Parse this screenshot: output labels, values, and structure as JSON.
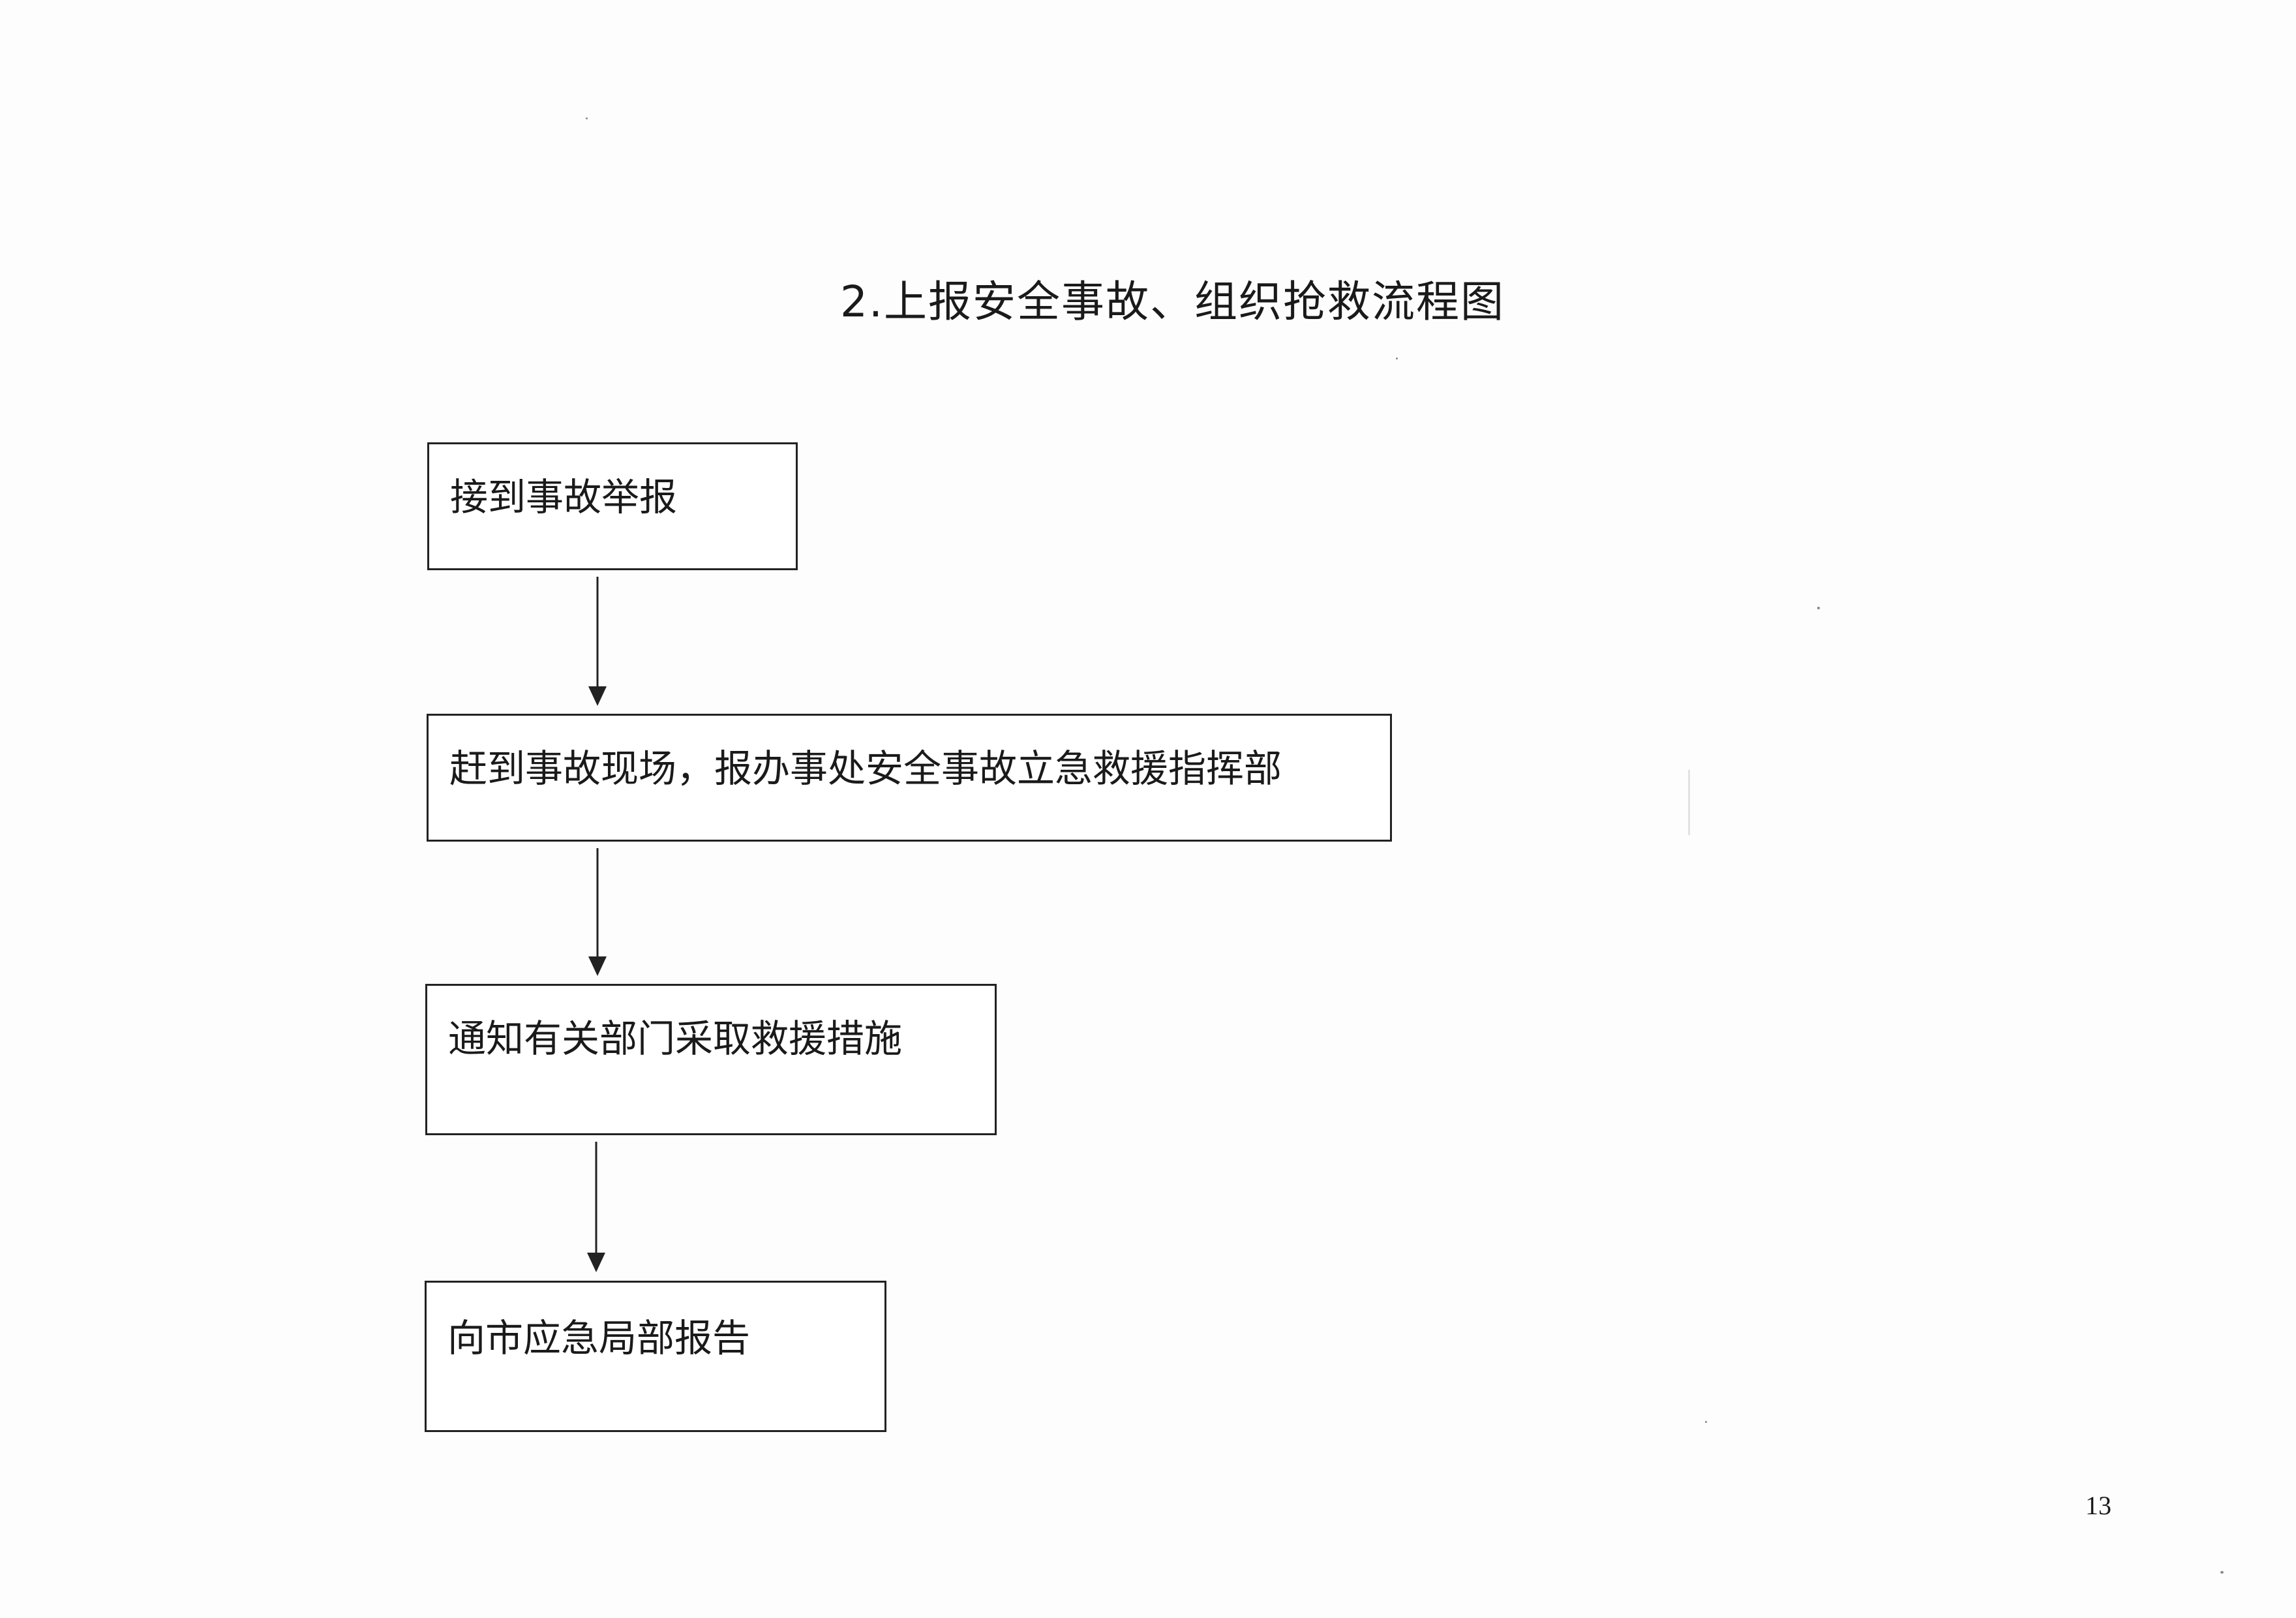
{
  "document": {
    "title": "2.上报安全事故、组织抢救流程图",
    "page_number": "13"
  },
  "flowchart": {
    "nodes": [
      {
        "id": "node-1",
        "text": "接到事故举报"
      },
      {
        "id": "node-2",
        "text": "赶到事故现场，报办事处安全事故立急救援指挥部"
      },
      {
        "id": "node-3",
        "text": "通知有关部门采取救援措施"
      },
      {
        "id": "node-4",
        "text": "向市应急局部报告"
      }
    ],
    "edges": [
      {
        "from": "node-1",
        "to": "node-2"
      },
      {
        "from": "node-2",
        "to": "node-3"
      },
      {
        "from": "node-3",
        "to": "node-4"
      }
    ]
  },
  "colors": {
    "line": "#222222",
    "background": "#ffffff"
  }
}
